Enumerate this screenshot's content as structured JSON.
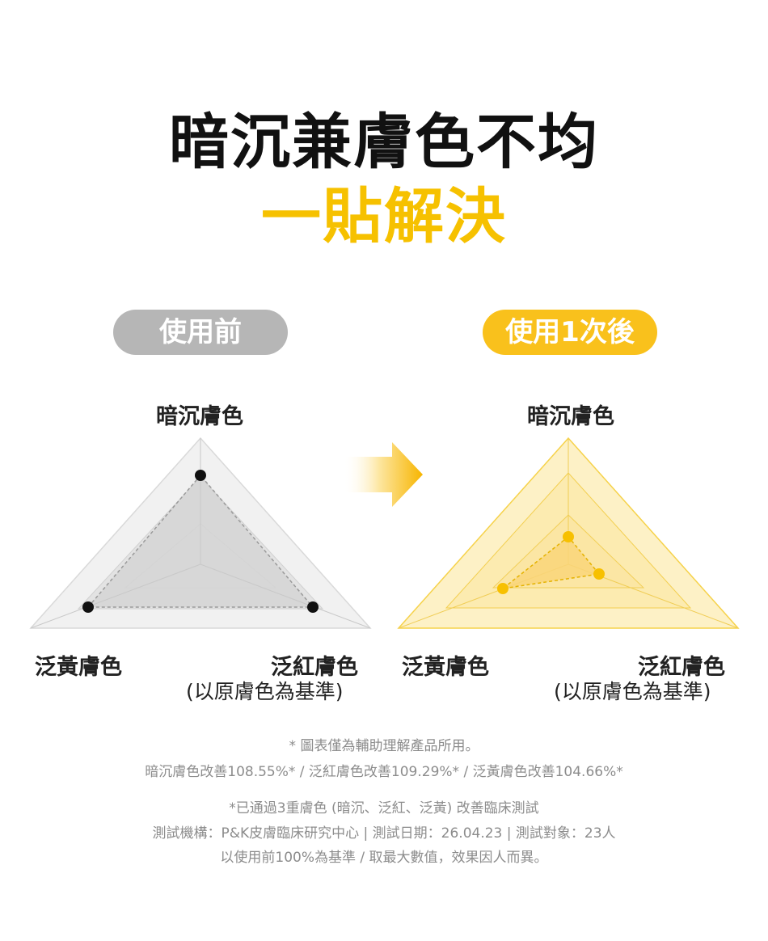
{
  "headline": {
    "line1": "暗沉兼膚色不均",
    "line2": "一貼解決"
  },
  "before": {
    "badge": "使用前",
    "top_label": "暗沉膚色",
    "left_label": "泛黃膚色",
    "right_label": "泛紅膚色",
    "right_sub": "(以原膚色為基準)"
  },
  "after": {
    "badge": "使用1次後",
    "top_label": "暗沉膚色",
    "left_label": "泛黃膚色",
    "right_label": "泛紅膚色",
    "right_sub": "(以原膚色為基準)"
  },
  "notes": {
    "line1": "* 圖表僅為輔助理解產品所用。",
    "line2": "暗沉膚色改善108.55%* / 泛紅膚色改善109.29%* / 泛黃膚色改善104.66%*",
    "line3": "*已通過3重膚色 (暗沉、泛紅、泛黃) 改善臨床測試",
    "line4": "測試機構：P&K皮膚臨床研究中心 | 測試日期：26.04.23 | 測試對象：23人",
    "line5": "以使用前100%為基準 / 取最大數值，效果因人而異。"
  },
  "colors": {
    "accent": "#f6c100",
    "gray": "#b6b6b6",
    "text": "#111111",
    "note": "#8c8c8c"
  }
}
